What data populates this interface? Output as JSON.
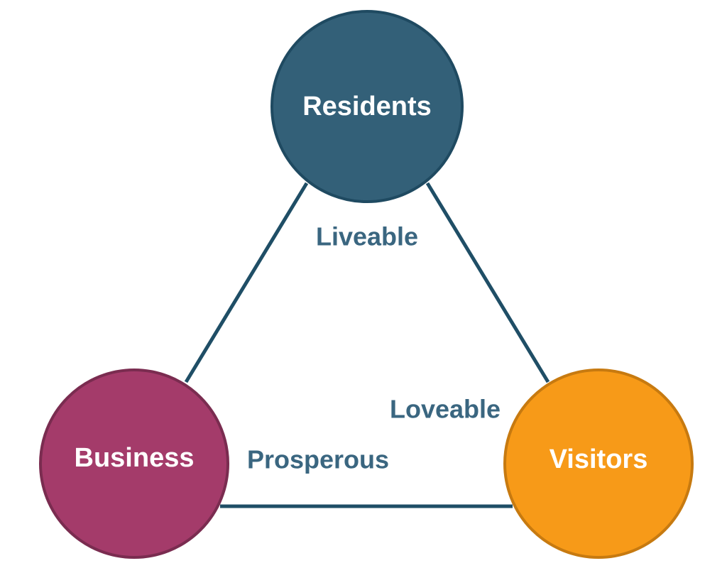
{
  "colors": {
    "line": "#1f4e66",
    "residents": "#336078",
    "residents_border": "#1f4a61",
    "business": "#a43b6a",
    "business_border": "#7a2c50",
    "visitors": "#f79a18",
    "visitors_border": "#c77a10",
    "edge_text": "#3a6680"
  },
  "nodes": {
    "residents": {
      "label": "Residents"
    },
    "business": {
      "label": "Business"
    },
    "visitors": {
      "label": "Visitors"
    }
  },
  "edges": {
    "residents_business": {
      "label": "Liveable"
    },
    "residents_visitors": {
      "label": "Loveable"
    },
    "business_visitors": {
      "label": "Prosperous"
    }
  }
}
